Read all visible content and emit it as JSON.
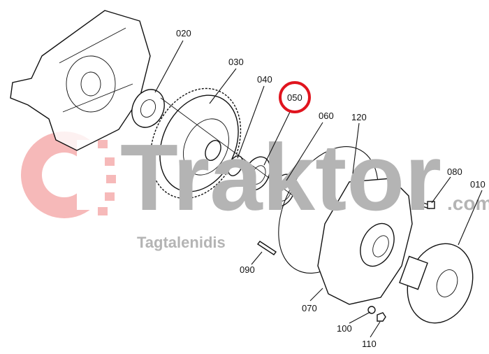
{
  "diagram": {
    "title": "Exploded parts diagram",
    "highlight_color": "#e0141e",
    "highlighted_part": "050",
    "parts": [
      {
        "id": "010"
      },
      {
        "id": "020"
      },
      {
        "id": "030"
      },
      {
        "id": "040"
      },
      {
        "id": "050"
      },
      {
        "id": "060"
      },
      {
        "id": "070"
      },
      {
        "id": "080"
      },
      {
        "id": "090"
      },
      {
        "id": "100"
      },
      {
        "id": "110"
      },
      {
        "id": "120"
      }
    ]
  },
  "watermark": {
    "brand": "Traktor",
    "suffix": ".com",
    "sub": "Tagtalenidis",
    "logo_color": "#f4a6a6",
    "text_color": "#9a9a9a"
  }
}
